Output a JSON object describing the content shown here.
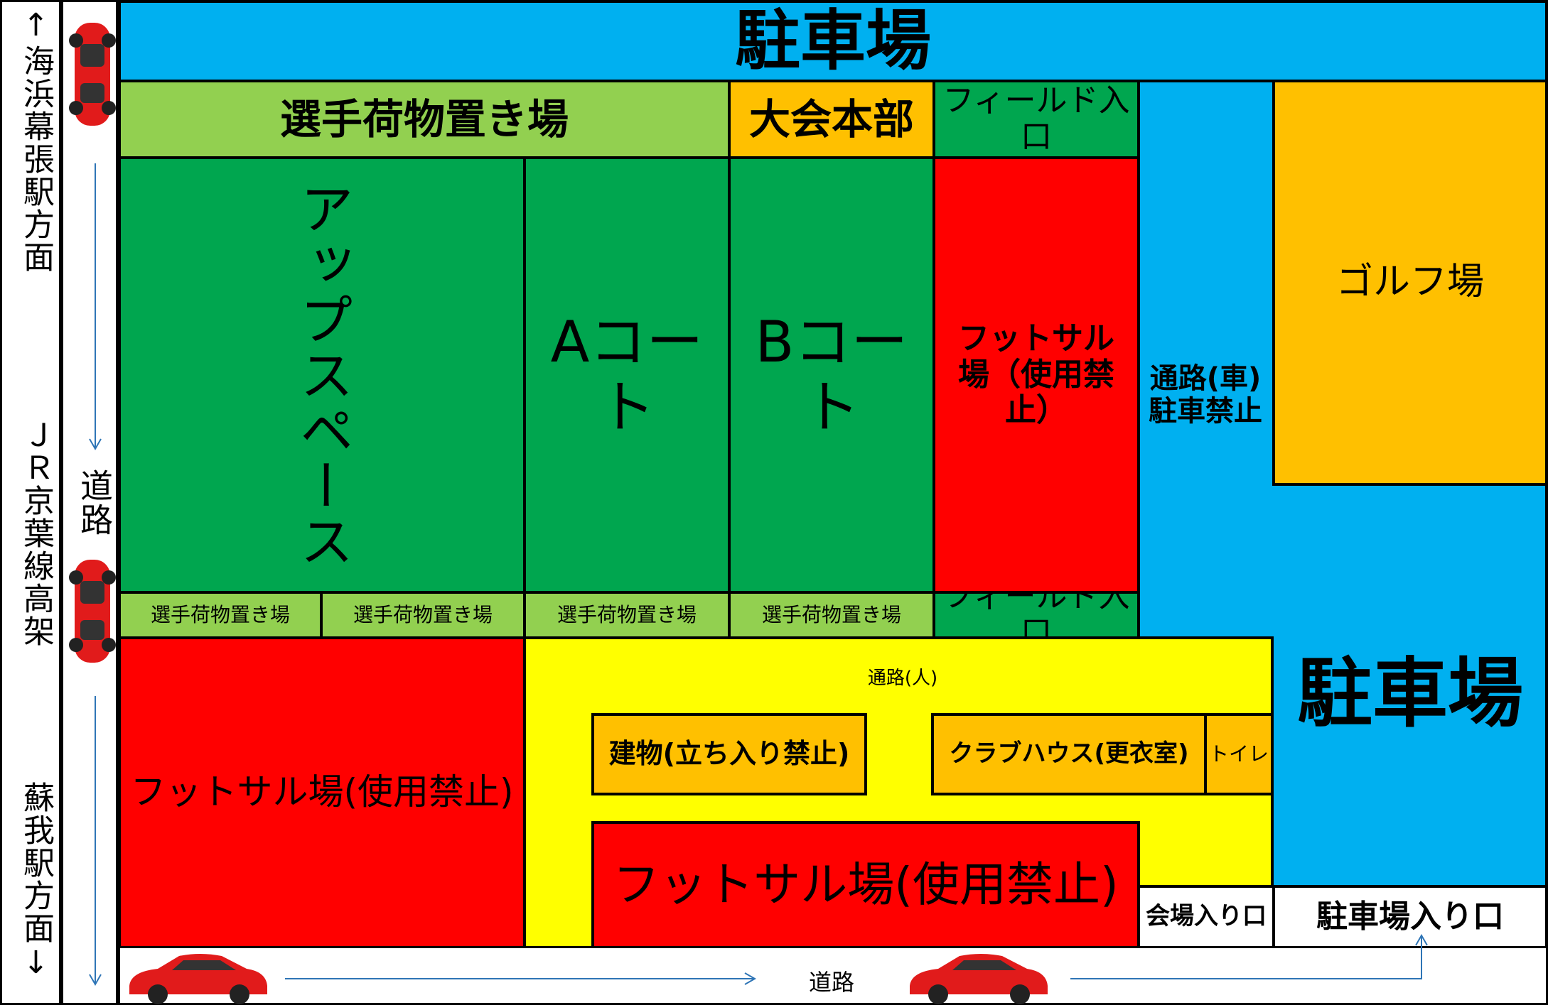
{
  "left_strip": {
    "top_direction": "↑海浜幕張駅方面",
    "middle": "ＪＲ京葉線高架",
    "bottom_direction": "蘇我駅方面↓"
  },
  "road_vertical": "道路",
  "road_horizontal": "道路",
  "parking_top": "駐車場",
  "parking_right": "駐車場",
  "player_luggage_top": "選手荷物置き場",
  "hq": "大会本部",
  "field_entrance": "フィールド入口",
  "up_space": "アップスペース",
  "court_a": "Aコート",
  "court_b": "Bコート",
  "futsal_upper": "フットサル場（使用禁止）",
  "road_car": "通路(車)駐車禁止",
  "golf": "ゴルフ場",
  "player_luggage_small": "選手荷物置き場",
  "futsal_left": "フットサル場(使用禁止)",
  "walkway": "通路(人)",
  "building": "建物(立ち入り禁止)",
  "clubhouse": "クラブハウス(更衣室)",
  "toilet": "トイレ",
  "futsal_bottom": "フットサル場(使用禁止)",
  "venue_entrance": "会場入り口",
  "parking_entrance": "駐車場入り口",
  "colors": {
    "blue": "#00b0f0",
    "light_green": "#92d050",
    "green": "#00a64f",
    "orange": "#ffc000",
    "red": "#ff0000",
    "yellow": "#ffff00",
    "car": "#e11b1b"
  }
}
